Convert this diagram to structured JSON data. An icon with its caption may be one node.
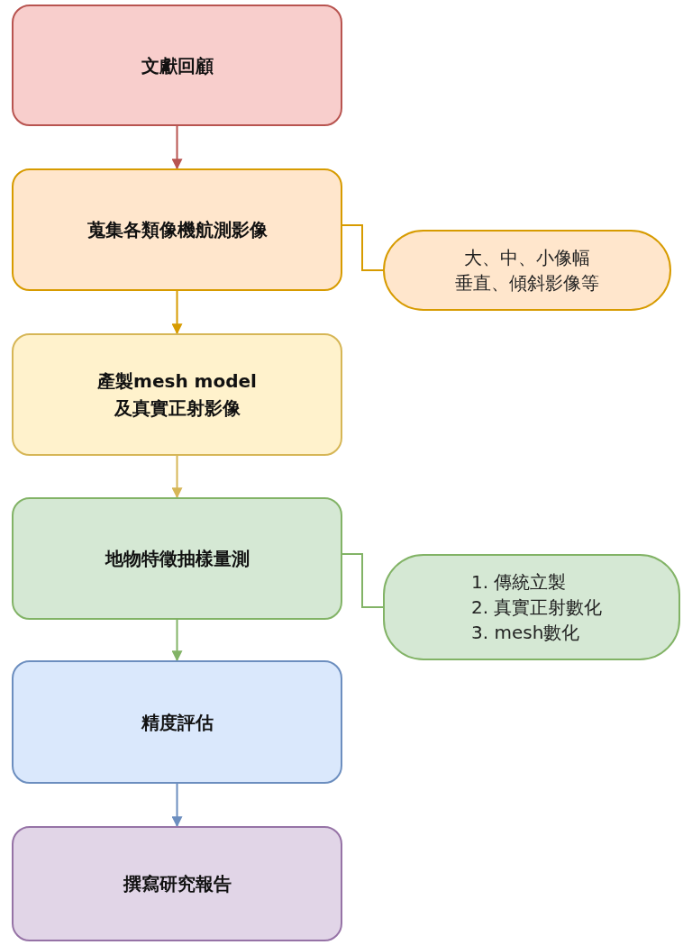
{
  "diagram": {
    "nodes": [
      {
        "text": [
          "文獻回顧"
        ]
      },
      {
        "text": [
          "蒐集各類像機航測影像"
        ]
      },
      {
        "text": [
          "大、中、小像幅",
          "垂直、傾斜影像等"
        ]
      },
      {
        "text": [
          "產製mesh model及真實正射影像"
        ]
      },
      {
        "text": [
          "地物特徵抽樣量測"
        ]
      },
      {
        "text": [
          "1. 傳統立製",
          "2. 真實正射數化",
          "3. mesh數化"
        ]
      },
      {
        "text": [
          "精度評估"
        ]
      },
      {
        "text": [
          "撰寫研究報告"
        ]
      }
    ],
    "edges": [
      {
        "from": 0,
        "to": 1,
        "arrow": "to",
        "color": "#b85450"
      },
      {
        "from": 1,
        "to": 3,
        "arrow": "to",
        "color": "#d79b00"
      },
      {
        "from": 3,
        "to": 4,
        "arrow": "to",
        "color": "#d6b656"
      },
      {
        "from": 4,
        "to": 6,
        "arrow": "to",
        "color": "#82b366"
      },
      {
        "from": 6,
        "to": 7,
        "arrow": "to",
        "color": "#6c8ebf"
      },
      {
        "from": 1,
        "to": 2,
        "arrow": "none",
        "color": "#d79b00"
      },
      {
        "from": 4,
        "to": 5,
        "arrow": "none",
        "color": "#82b366"
      }
    ]
  }
}
